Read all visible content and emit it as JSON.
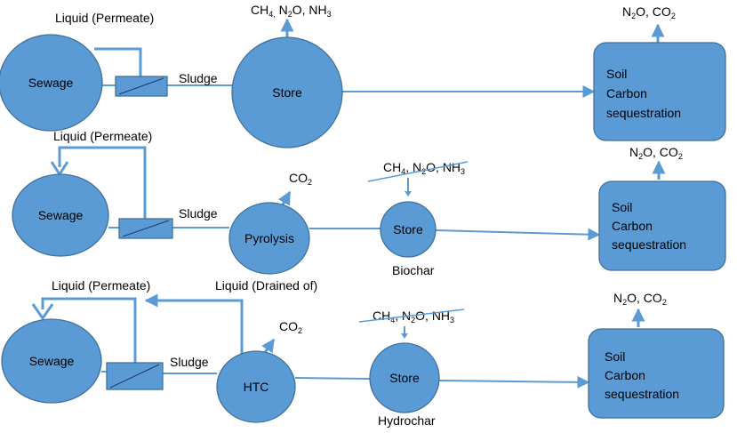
{
  "rows": [
    {
      "source": "Sewage",
      "permeate": "Liquid (Permeate)",
      "sludge": "Sludge",
      "emission": {
        "a": "CH",
        "a_sub": "4,",
        "b": " N",
        "b_sub": "2",
        "c": "O, NH",
        "c_sub": "3"
      },
      "store": "Store",
      "soil": {
        "line1": "Soil",
        "line2": "Carbon",
        "line3": "sequestration"
      },
      "soil_emission": {
        "a": "N",
        "a_sub": "2",
        "b": "O, CO",
        "b_sub": "2"
      }
    },
    {
      "source": "Sewage",
      "permeate": "Liquid (Permeate)",
      "sludge": "Sludge",
      "process": "Pyrolysis",
      "process_emission": {
        "a": "CO",
        "a_sub": "2"
      },
      "crossed_emission": {
        "a": "CH",
        "a_sub": "4",
        "b": ", N",
        "b_sub": "2",
        "c": "O, NH",
        "c_sub": "3"
      },
      "store": "Store",
      "product": "Biochar",
      "soil": {
        "line1": "Soil",
        "line2": "Carbon",
        "line3": "sequestration"
      },
      "soil_emission": {
        "a": "N",
        "a_sub": "2",
        "b": "O, CO",
        "b_sub": "2"
      }
    },
    {
      "source": "Sewage",
      "permeate": "Liquid (Permeate)",
      "drained": "Liquid (Drained of)",
      "sludge": "Sludge",
      "process": "HTC",
      "process_emission": {
        "a": "CO",
        "a_sub": "2"
      },
      "crossed_emission": {
        "a": "CH",
        "a_sub": "4",
        "b": ", N",
        "b_sub": "2",
        "c": "O, NH",
        "c_sub": "3"
      },
      "store": "Store",
      "product": "Hydrochar",
      "soil": {
        "line1": "Soil",
        "line2": "Carbon",
        "line3": "sequestration"
      },
      "soil_emission": {
        "a": "N",
        "a_sub": "2",
        "b": "O, CO",
        "b_sub": "2"
      }
    }
  ],
  "colors": {
    "fill": "#5b9bd5",
    "stroke": "#41719c"
  }
}
